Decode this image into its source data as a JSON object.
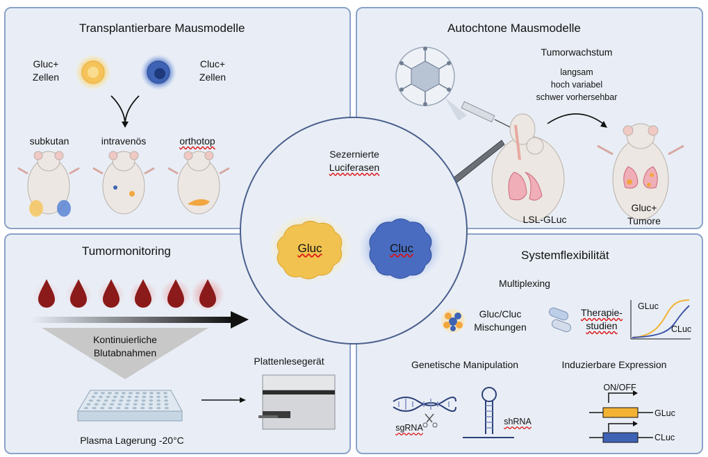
{
  "panel_transplant": {
    "title": "Transplantierbare Mausmodelle",
    "gluc_cells": [
      "Gluc+",
      "Zellen"
    ],
    "cluc_cells": [
      "Cluc+",
      "Zellen"
    ],
    "routes": [
      "subkutan",
      "intravenös",
      "orthotop"
    ]
  },
  "panel_autochthon": {
    "title": "Autochtone Mausmodelle",
    "growth_title": "Tumorwachstum",
    "growth_lines": [
      "langsam",
      "hoch variabel",
      "schwer vorhersehbar"
    ],
    "model_label": "LSL-GLuc",
    "tumor_label": [
      "Gluc+",
      "Tumore"
    ]
  },
  "center": {
    "title": [
      "Sezernierte",
      "Luciferasen"
    ],
    "gluc": "Gluc",
    "cluc": "Cluc"
  },
  "panel_monitoring": {
    "title": "Tumormonitoring",
    "funnel_text": [
      "Kontinuierliche",
      "Blutabnahmen"
    ],
    "reader_label": "Plattenlesegerät",
    "storage_label": "Plasma Lagerung -20°C"
  },
  "panel_flex": {
    "title": "Systemflexibilität",
    "multiplexing": "Multiplexing",
    "mix_label": [
      "Gluc/Cluc",
      "Mischungen"
    ],
    "therapy_label": [
      "Therapie-",
      "studien"
    ],
    "curve_gluc": "GLuc",
    "curve_cluc": "CLuc",
    "genetic": "Genetische Manipulation",
    "inducible": "Induzierbare Expression",
    "sgrna": "sgRNA",
    "shrna": "shRNA",
    "onoff": "ON/OFF",
    "gluc_gene": "GLuc",
    "cluc_gene": "CLuc"
  },
  "colors": {
    "panel_bg": "#e9eef6",
    "panel_border": "#8aa2c8",
    "gluc_yellow": "#f2c14e",
    "cluc_blue": "#3f63b8",
    "blood_red": "#8b1a1a"
  }
}
